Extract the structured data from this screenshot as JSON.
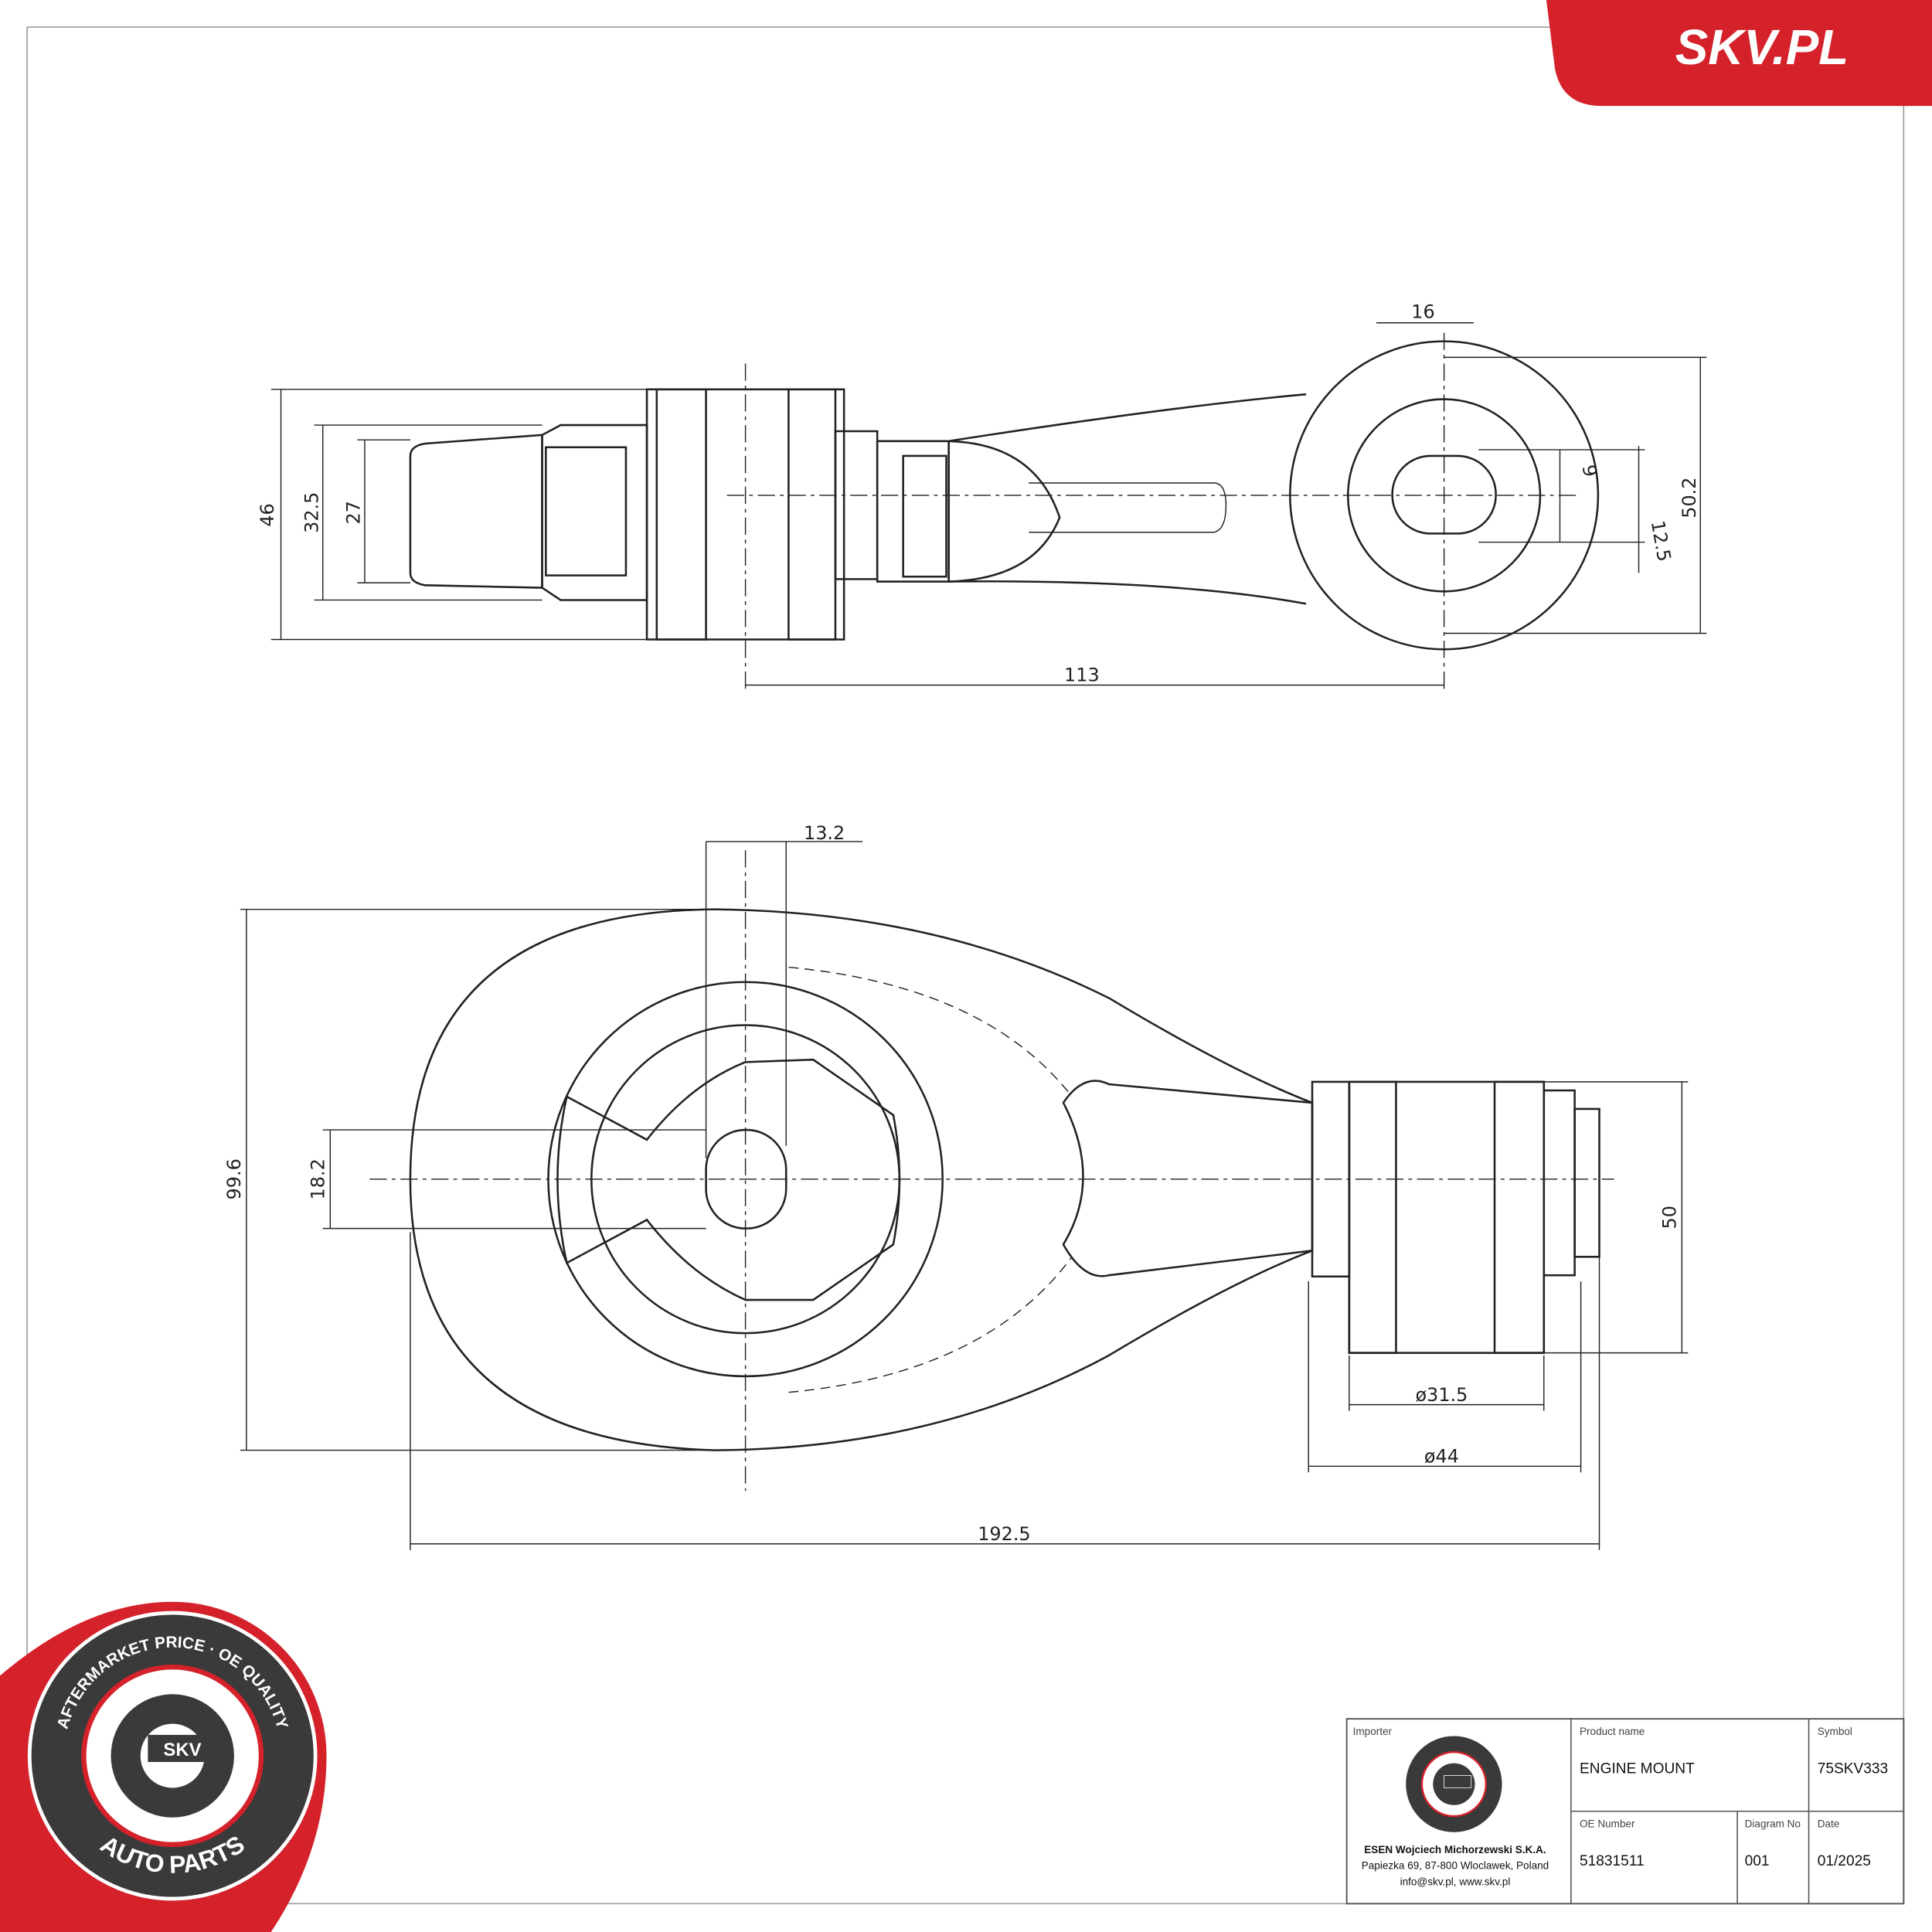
{
  "brand": {
    "logo_text": "SKV.PL",
    "accent": "#d4212a",
    "dark": "#3a3a3a"
  },
  "badge": {
    "top_text": "AFTERMARKET PRICE · OE QUALITY",
    "bottom_text": "AUTO PARTS",
    "center_text": "SKV"
  },
  "top_view": {
    "dims": {
      "overall_height": "46",
      "mid_height": "32.5",
      "inner_height": "27",
      "slot_width": "16",
      "slot_gap": "9",
      "slot_height": "12.5",
      "eye_height": "50.2",
      "center_distance": "113"
    }
  },
  "bottom_view": {
    "dims": {
      "offset": "13.2",
      "overall_height": "99.6",
      "hole": "18.2",
      "bush_height": "50",
      "inner_dia": "ø31.5",
      "outer_dia": "ø44",
      "overall_length": "192.5"
    }
  },
  "title_block": {
    "importer_label": "Importer",
    "importer_name": "ESEN Wojciech Michorzewski S.K.A.",
    "importer_address": "Papiezka 69, 87-800 Wloclawek, Poland",
    "importer_contact": "info@skv.pl, www.skv.pl",
    "product_name_label": "Product name",
    "product_name": "ENGINE MOUNT",
    "symbol_label": "Symbol",
    "symbol": "75SKV333",
    "oe_label": "OE Number",
    "oe": "51831511",
    "diagram_label": "Diagram No",
    "diagram": "001",
    "date_label": "Date",
    "date": "01/2025"
  }
}
